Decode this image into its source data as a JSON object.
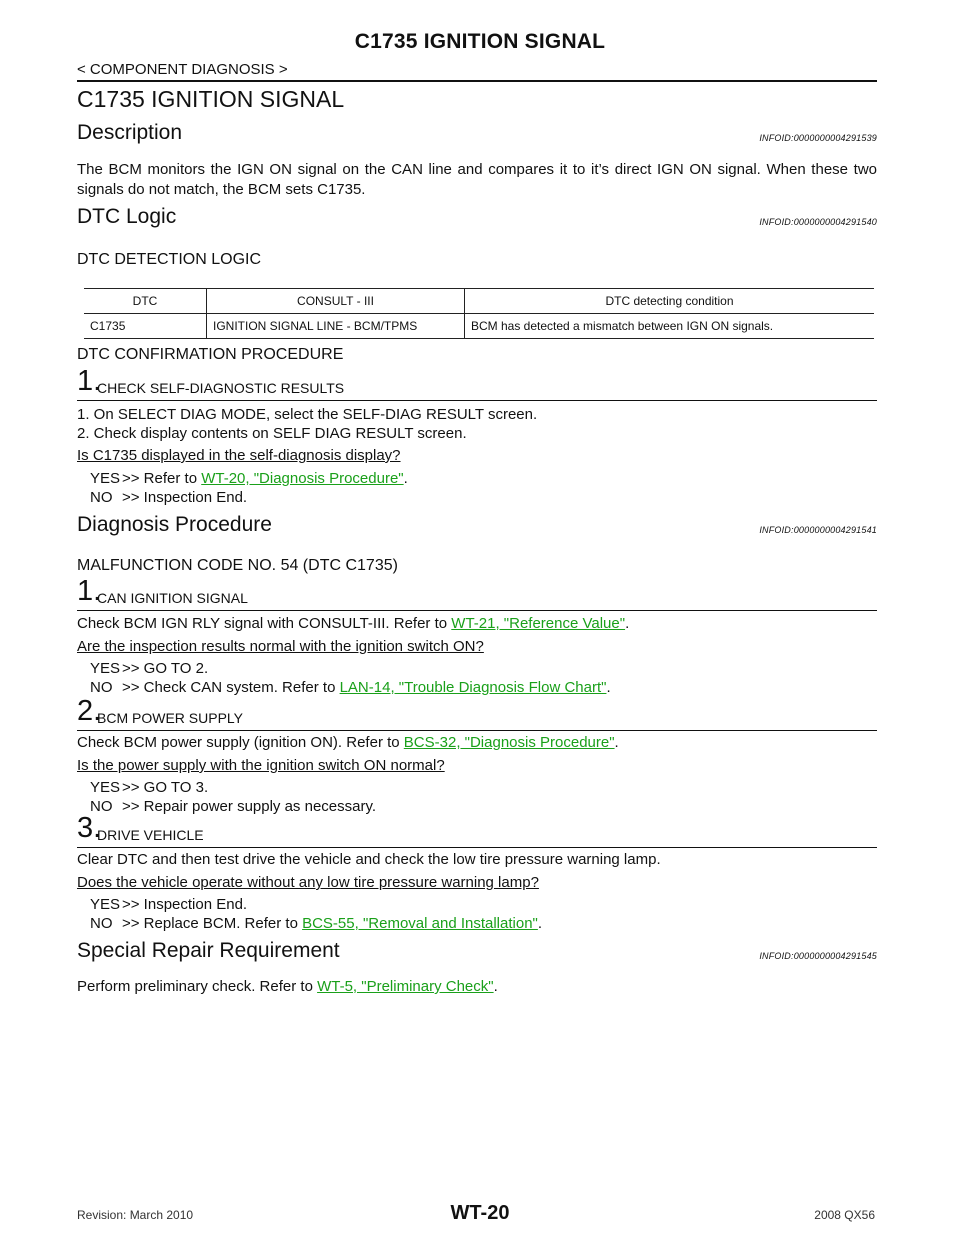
{
  "header": {
    "running_title": "C1735 IGNITION SIGNAL",
    "breadcrumb": "< COMPONENT DIAGNOSIS >"
  },
  "title": "C1735 IGNITION SIGNAL",
  "description": {
    "heading": "Description",
    "infoid": "INFOID:0000000004291539",
    "text": "The BCM monitors the IGN ON signal on the CAN line and compares it to it’s direct IGN ON signal.  When these two signals do not match, the BCM sets C1735."
  },
  "dtc_logic": {
    "heading": "DTC Logic",
    "infoid": "INFOID:0000000004291540",
    "detection_heading": "DTC DETECTION LOGIC",
    "table": {
      "headers": [
        "DTC",
        "CONSULT - III",
        "DTC detecting condition"
      ],
      "row": [
        "C1735",
        "IGNITION SIGNAL LINE - BCM/TPMS",
        "BCM has detected a mismatch between IGN ON signals."
      ]
    },
    "confirmation_heading": "DTC CONFIRMATION PROCEDURE",
    "step1": {
      "num": "1.",
      "title": "CHECK SELF-DIAGNOSTIC RESULTS",
      "line1": "1.   On SELECT DIAG MODE, select the SELF-DIAG RESULT screen.",
      "line2": "2.   Check display contents on SELF DIAG RESULT screen.",
      "question": "Is C1735 displayed in the self-diagnosis display?",
      "yes_key": "YES",
      "yes_text": ">> Refer to ",
      "yes_link": "WT-20, \"Diagnosis Procedure\"",
      "no_key": "NO",
      "no_text": ">> Inspection End."
    }
  },
  "diagnosis": {
    "heading": "Diagnosis Procedure",
    "infoid": "INFOID:0000000004291541",
    "malfunction": "MALFUNCTION CODE NO. 54 (DTC C1735)",
    "step1": {
      "num": "1.",
      "title": "CAN IGNITION SIGNAL",
      "text": "Check BCM IGN RLY signal with CONSULT-III. Refer to ",
      "link": "WT-21, \"Reference Value\"",
      "question": "Are the inspection results normal with the ignition switch ON?",
      "yes_key": "YES",
      "yes_text": ">> GO TO 2.",
      "no_key": "NO",
      "no_text": ">> Check CAN system. Refer to ",
      "no_link": "LAN-14, \"Trouble Diagnosis Flow Chart\""
    },
    "step2": {
      "num": "2.",
      "title": "BCM POWER SUPPLY",
      "text": "Check BCM power supply (ignition ON). Refer to ",
      "link": "BCS-32, \"Diagnosis Procedure\"",
      "question": "Is the power supply with the ignition switch ON normal?",
      "yes_key": "YES",
      "yes_text": ">> GO TO 3.",
      "no_key": "NO",
      "no_text": ">> Repair power supply as necessary."
    },
    "step3": {
      "num": "3.",
      "title": "DRIVE VEHICLE",
      "text": "Clear DTC and then test drive the vehicle and check the low tire pressure warning lamp.",
      "question": "Does the vehicle operate without any low tire pressure warning lamp?",
      "yes_key": "YES",
      "yes_text": ">> Inspection End.",
      "no_key": "NO",
      "no_text": ">> Replace BCM. Refer to ",
      "no_link": "BCS-55, \"Removal and Installation\""
    }
  },
  "special": {
    "heading": "Special Repair Requirement",
    "infoid": "INFOID:0000000004291545",
    "text": "Perform preliminary check.  Refer to ",
    "link": "WT-5, \"Preliminary Check\""
  },
  "footer": {
    "revision": "Revision: March 2010",
    "page": "WT-20",
    "model": "2008 QX56"
  },
  "colors": {
    "link": "#1aa01a"
  }
}
